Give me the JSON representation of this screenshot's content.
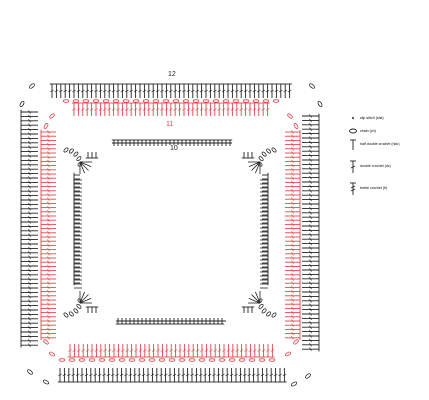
{
  "colors": {
    "ink": "#222222",
    "accent": "#e0474c"
  },
  "row_labels": {
    "top": "12",
    "upper": "11",
    "inner": "10"
  },
  "legend": [
    {
      "symbol": "slip-stitch-icon",
      "label": "slip stitch (slst)"
    },
    {
      "symbol": "chain-icon",
      "label": "chain (ch)"
    },
    {
      "symbol": "half-double-crochet-icon",
      "label": "half double crochet (hdc)"
    },
    {
      "symbol": "double-crochet-icon",
      "label": "double crochet (dc)"
    },
    {
      "symbol": "treble-crochet-icon",
      "label": "treble crochet (tr)"
    }
  ]
}
